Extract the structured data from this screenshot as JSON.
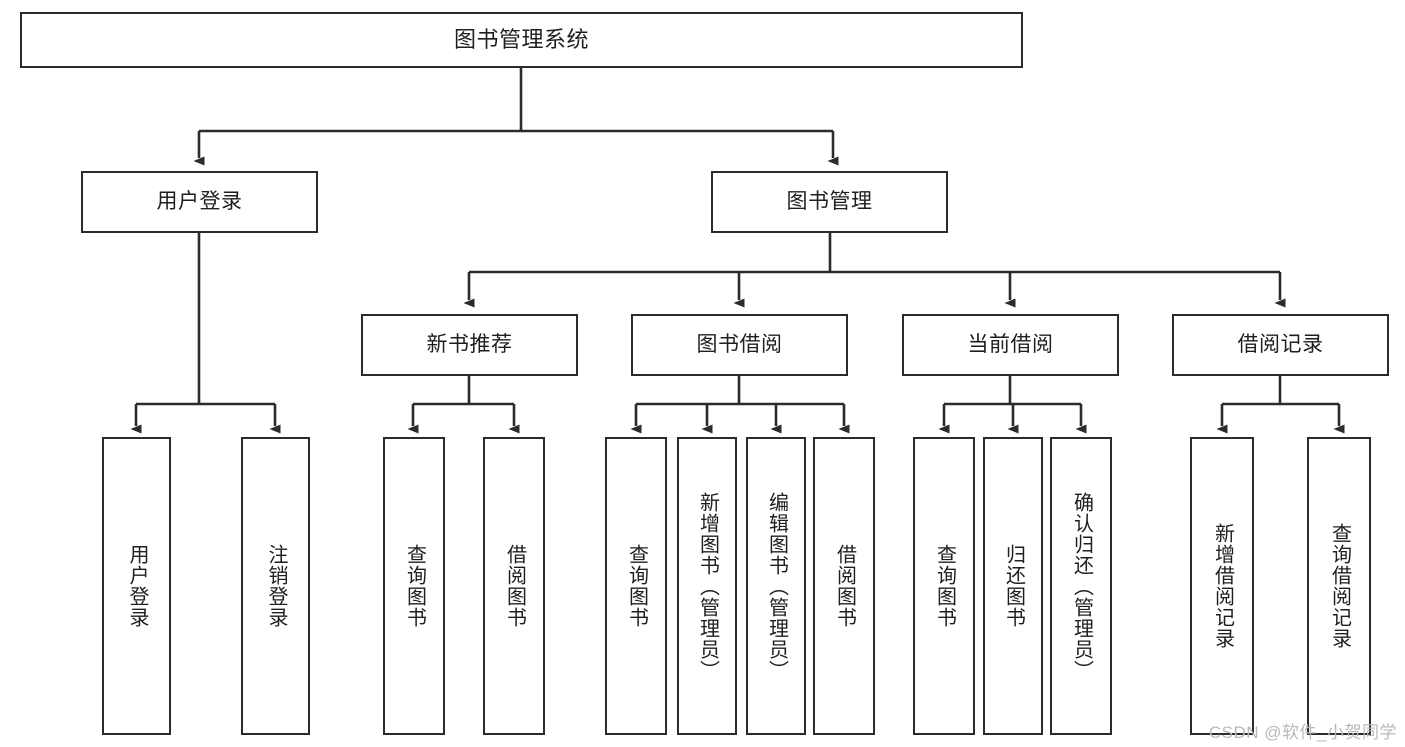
{
  "diagram": {
    "title": "图书管理系统",
    "type": "tree",
    "watermark": "CSDN @软件_小贺同学",
    "colors": {
      "box_border": "#2b2b2b",
      "box_fill": "#ffffff",
      "edge": "#2b2b2b",
      "text": "#1f1f1f",
      "watermark": "#b9b9b9"
    },
    "root": {
      "id": "root",
      "label": "图书管理系统"
    },
    "level1": [
      {
        "id": "user-login",
        "label": "用户登录"
      },
      {
        "id": "book-manage",
        "label": "图书管理"
      }
    ],
    "level2": [
      {
        "id": "new-book-rec",
        "label": "新书推荐",
        "parent": "book-manage"
      },
      {
        "id": "book-borrow",
        "label": "图书借阅",
        "parent": "book-manage"
      },
      {
        "id": "current-borrow",
        "label": "当前借阅",
        "parent": "book-manage"
      },
      {
        "id": "borrow-record",
        "label": "借阅记录",
        "parent": "book-manage"
      }
    ],
    "leaves": [
      {
        "id": "leaf-user-login",
        "label": "用户登录",
        "parent": "user-login"
      },
      {
        "id": "leaf-user-logout",
        "label": "注销登录",
        "parent": "user-login"
      },
      {
        "id": "leaf-query-book-1",
        "label": "查询图书",
        "parent": "new-book-rec"
      },
      {
        "id": "leaf-borrow-book-1",
        "label": "借阅图书",
        "parent": "new-book-rec"
      },
      {
        "id": "leaf-query-book-2",
        "label": "查询图书",
        "parent": "book-borrow"
      },
      {
        "id": "leaf-add-book",
        "label": "新增图书（管理员）",
        "parent": "book-borrow"
      },
      {
        "id": "leaf-edit-book",
        "label": "编辑图书（管理员）",
        "parent": "book-borrow"
      },
      {
        "id": "leaf-borrow-book-2",
        "label": "借阅图书",
        "parent": "book-borrow"
      },
      {
        "id": "leaf-query-book-3",
        "label": "查询图书",
        "parent": "current-borrow"
      },
      {
        "id": "leaf-return-book",
        "label": "归还图书",
        "parent": "current-borrow"
      },
      {
        "id": "leaf-confirm-return",
        "label": "确认归还（管理员）",
        "parent": "current-borrow"
      },
      {
        "id": "leaf-add-record",
        "label": "新增借阅记录",
        "parent": "borrow-record"
      },
      {
        "id": "leaf-query-record",
        "label": "查询借阅记录",
        "parent": "borrow-record"
      }
    ]
  }
}
